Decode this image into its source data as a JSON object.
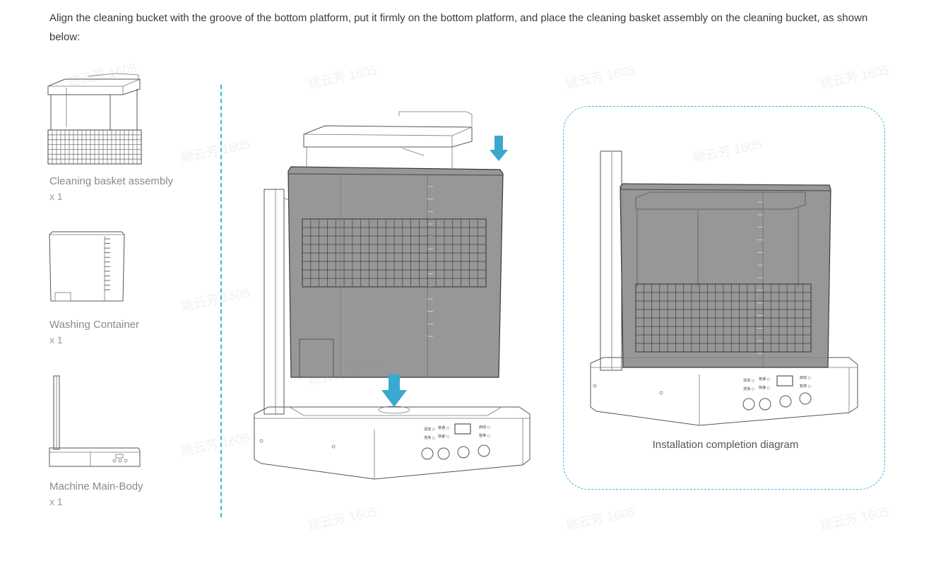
{
  "instruction": "Align the cleaning bucket with the groove of the bottom platform, put it firmly on the bottom platform, and place the cleaning basket assembly on the cleaning bucket, as shown below:",
  "parts": [
    {
      "label": "Cleaning basket assembly",
      "qty": "x 1"
    },
    {
      "label": "Washing Container",
      "qty": "x 1"
    },
    {
      "label": "Machine Main-Body",
      "qty": "x 1"
    }
  ],
  "completion_caption": "Installation completion diagram",
  "watermark": "姚云芳 1605",
  "colors": {
    "accent": "#3bb6d8",
    "arrow": "#3aa8d0",
    "container": "#8c8c8c"
  },
  "icons": [
    "down-arrow-icon"
  ]
}
